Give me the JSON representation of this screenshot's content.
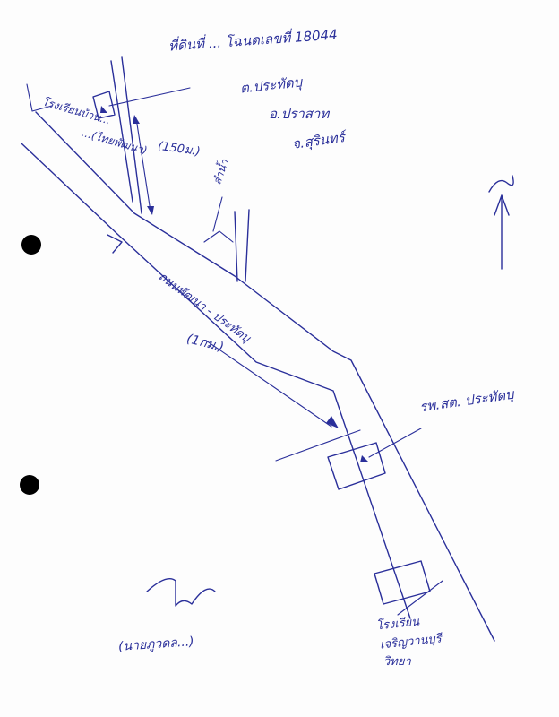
{
  "labels": {
    "location_block": {
      "line1": "ที่ดินที่ ... โฉนดเลขที่ 18044",
      "line2": "ต.ประทัดบุ",
      "line3": "อ.ปราสาท",
      "line4": "จ.สุรินทร์"
    },
    "school_left": "โรงเรียนบ้าน...",
    "school_left_2": "...(ไทยพัฒนา)",
    "distance_short": "(150ม.)",
    "distance_long": "(1กม.)",
    "road_name": "ถนนพัฒนา - ประทัดบุ",
    "canal": "ลำน้ำ",
    "health_center": "รพ.สต. ประทัดบุ",
    "school_bottom_1": "โรงเรียน",
    "school_bottom_2": "เจริญวานบุรี",
    "school_bottom_3": "วิทยา",
    "signature_name": "(นายภูวดล...)"
  },
  "colors": {
    "ink": "#2a2f9a",
    "punch_hole": "#000000",
    "paper": "#fdfdfd"
  },
  "icons": [
    "north-arrow-icon",
    "triangle-marker-icon",
    "punch-hole-icon",
    "signature-icon"
  ]
}
